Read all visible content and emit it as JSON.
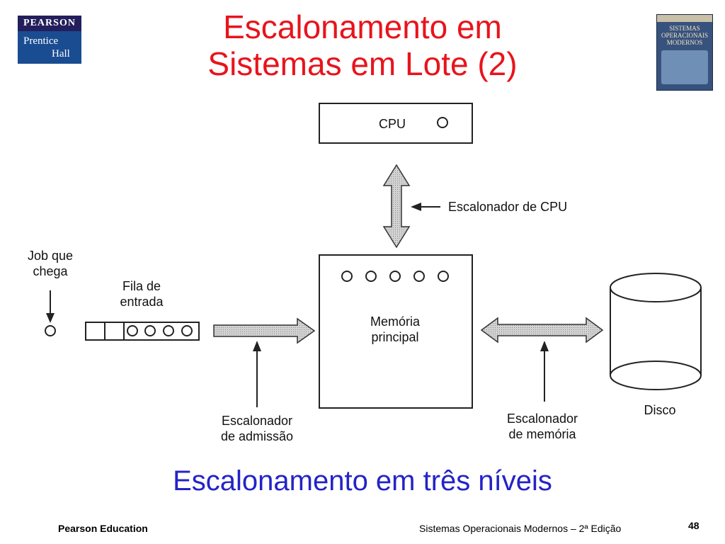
{
  "slide": {
    "title_line1": "Escalonamento em",
    "title_line2": "Sistemas em Lote (2)",
    "subtitle": "Escalonamento em três níveis"
  },
  "logo": {
    "brand": "PEARSON",
    "line1": "Prentice",
    "line2": "Hall"
  },
  "book": {
    "line1": "SISTEMAS",
    "line2": "OPERACIONAIS",
    "line3": "MODERNOS"
  },
  "diagram": {
    "cpu_label": "CPU",
    "cpu_scheduler": "Escalonador de CPU",
    "arriving_job_line1": "Job que",
    "arriving_job_line2": "chega",
    "input_queue_line1": "Fila de",
    "input_queue_line2": "entrada",
    "memory_line1": "Memória",
    "memory_line2": "principal",
    "admission_scheduler_line1": "Escalonador",
    "admission_scheduler_line2": "de admissão",
    "memory_scheduler_line1": "Escalonador",
    "memory_scheduler_line2": "de memória",
    "disk_label": "Disco"
  },
  "footer": {
    "left": "Pearson Education",
    "right": "Sistemas Operacionais Modernos – 2ª Edição",
    "page_number": "48"
  },
  "colors": {
    "title": "#e8141c",
    "subtitle": "#2323c8",
    "arrow_fill": "#c8c8c8"
  }
}
